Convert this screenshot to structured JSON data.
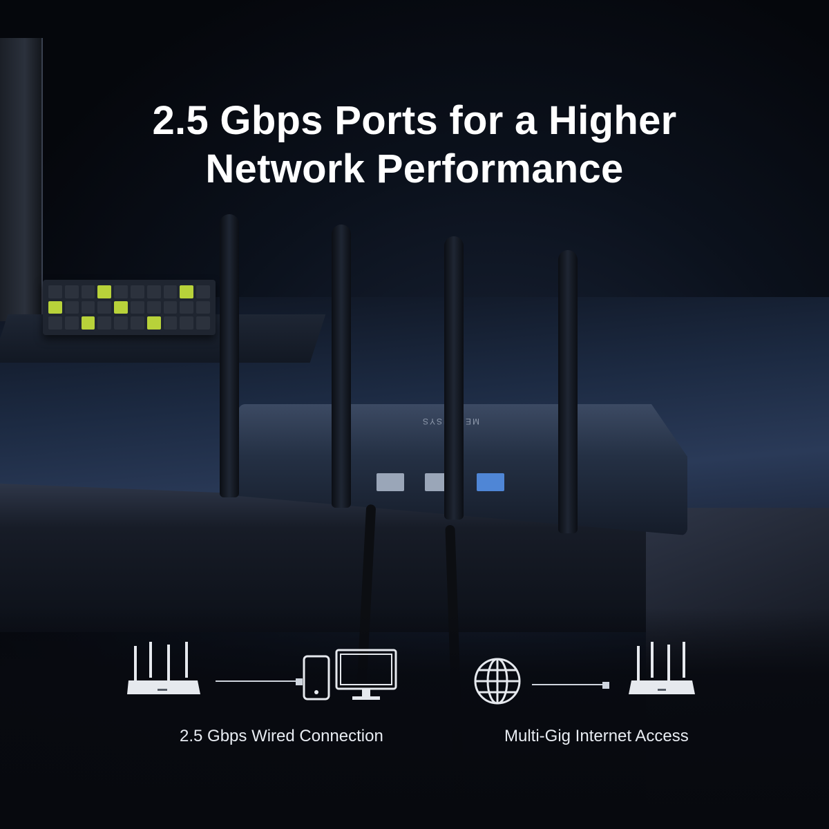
{
  "headline": {
    "line1": "2.5 Gbps Ports for a Higher",
    "line2": "Network Performance"
  },
  "product": {
    "brand": "MERCUSYS"
  },
  "features": [
    {
      "caption": "2.5 Gbps Wired Connection",
      "icons": [
        "router-icon",
        "phone-icon",
        "desktop-monitor-icon"
      ]
    },
    {
      "caption": "Multi-Gig Internet Access",
      "icons": [
        "globe-icon",
        "router-icon"
      ]
    }
  ],
  "colors": {
    "text": "#ffffff",
    "caption": "#e8ecf2",
    "keyboard_accent": "#b8d23a",
    "background": "#05070c"
  }
}
